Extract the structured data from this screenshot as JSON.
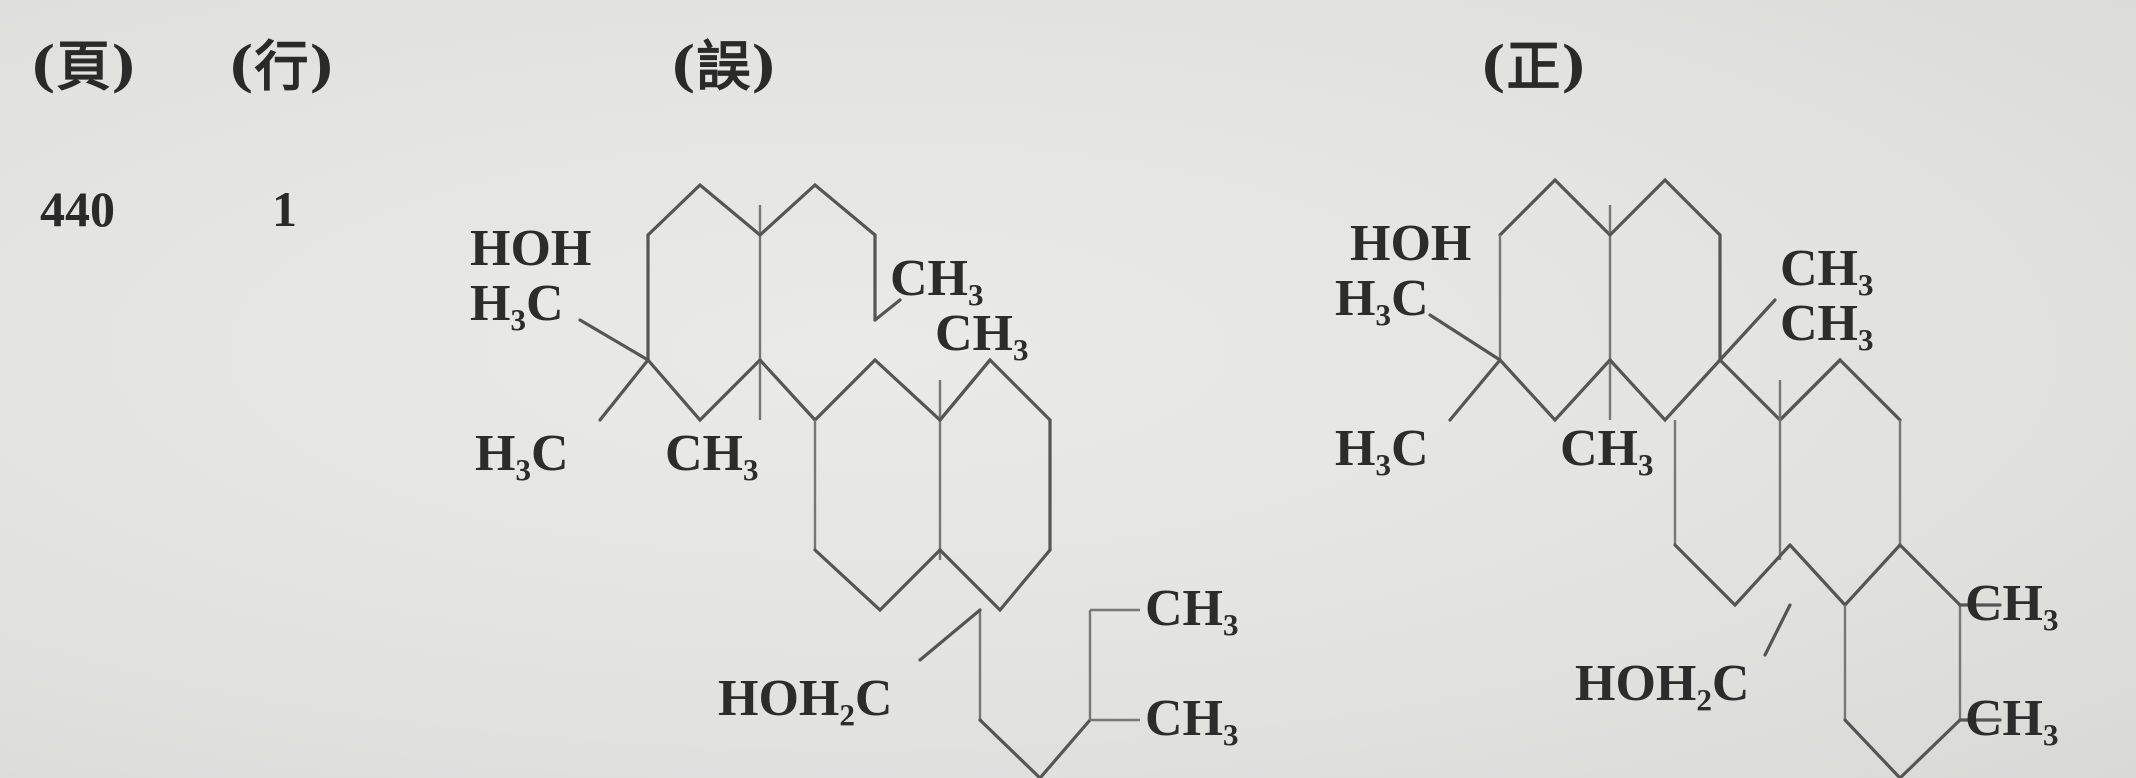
{
  "header": {
    "page_col": "(頁)",
    "line_col": "(行)",
    "wrong_col": "(誤)",
    "right_col": "(正)"
  },
  "row": {
    "page": "440",
    "line": "1"
  },
  "wrong_structure": {
    "hoh": "HOH",
    "h3c_top": "H₃C",
    "h3c_bottom": "H₃C",
    "ch3_ring": "CH₃",
    "ch3_a": "CH₃",
    "ch3_b": "CH₃",
    "hoh2c": "HOH₂C",
    "ch3_right1": "CH₃",
    "ch3_right2": "CH₃"
  },
  "right_structure": {
    "hoh": "HOH",
    "h3c_top": "H₃C",
    "h3c_bottom": "H₃C",
    "ch3_ring": "CH₃",
    "ch3_a": "CH₃",
    "ch3_b": "CH₃",
    "hoh2c": "HOH₂C",
    "ch3_right1": "CH₃",
    "ch3_right2": "CH₃"
  }
}
